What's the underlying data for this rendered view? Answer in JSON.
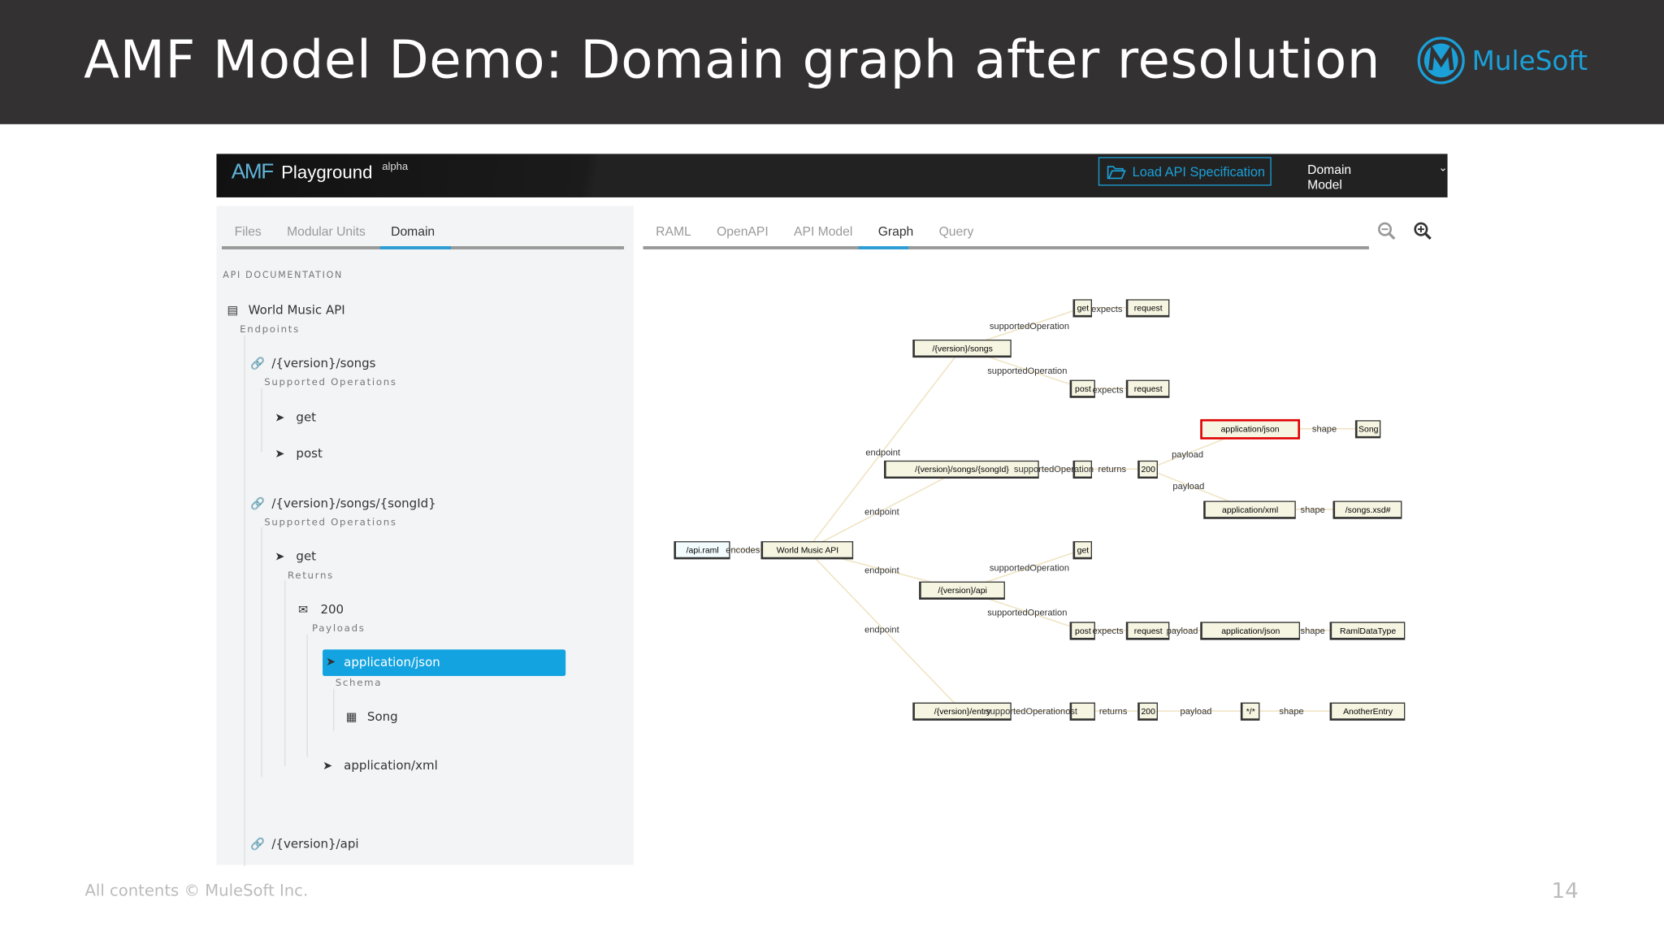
{
  "slide": {
    "title": "AMF Model Demo: Domain graph after resolution",
    "brand": "MuleSoft",
    "footer": "All contents © MuleSoft Inc.",
    "page_number": "14",
    "brand_color": "#1ba0d8"
  },
  "app": {
    "logo": "AMF",
    "name": "Playground",
    "badge": "alpha",
    "load_button": "Load API Specification",
    "model_select": "Domain Model"
  },
  "left_tabs": [
    "Files",
    "Modular Units",
    "Domain"
  ],
  "left_active_tab": "Domain",
  "right_tabs": [
    "RAML",
    "OpenAPI",
    "API Model",
    "Graph",
    "Query"
  ],
  "right_active_tab": "Graph",
  "tree": {
    "section": "API DOCUMENTATION",
    "api": "World Music API",
    "endpoints_label": "Endpoints",
    "ep1": "/{version}/songs",
    "ep1_ops_label": "Supported Operations",
    "ep1_op1": "get",
    "ep1_op2": "post",
    "ep2": "/{version}/songs/{songId}",
    "ep2_ops_label": "Supported Operations",
    "ep2_op1": "get",
    "returns_label": "Returns",
    "resp": "200",
    "payloads_label": "Payloads",
    "payload1": "application/json",
    "schema_label": "Schema",
    "schema": "Song",
    "payload2": "application/xml",
    "ep3": "/{version}/api"
  },
  "graph": {
    "highlight_color": "#e00000",
    "nodes": [
      "/api.raml",
      "World Music API",
      "/{version}/songs",
      "get",
      "request",
      "post",
      "request",
      "/{version}/songs/{songId}",
      "",
      "200",
      "application/json",
      "Song",
      "application/xml",
      "/songs.xsd#",
      "get",
      "/{version}/api",
      "post",
      "request",
      "application/json",
      "RamlDataType",
      "/{version}/entry",
      "",
      "200",
      "*/*",
      "AnotherEntry"
    ],
    "edges": [
      {
        "from": 0,
        "to": 1,
        "label": "encodes"
      },
      {
        "from": 1,
        "to": 2,
        "label": "endpoint"
      },
      {
        "from": 1,
        "to": 7,
        "label": "endpoint"
      },
      {
        "from": 1,
        "to": 15,
        "label": "endpoint"
      },
      {
        "from": 1,
        "to": 20,
        "label": "endpoint"
      },
      {
        "from": 2,
        "to": 3,
        "label": "supportedOperation"
      },
      {
        "from": 3,
        "to": 4,
        "label": "expects"
      },
      {
        "from": 2,
        "to": 5,
        "label": "supportedOperation"
      },
      {
        "from": 5,
        "to": 6,
        "label": "expects"
      },
      {
        "from": 7,
        "to": 8,
        "label": "supportedOperation"
      },
      {
        "from": 8,
        "to": 9,
        "label": "returns"
      },
      {
        "from": 9,
        "to": 10,
        "label": "payload"
      },
      {
        "from": 10,
        "to": 11,
        "label": "shape"
      },
      {
        "from": 9,
        "to": 12,
        "label": "payload"
      },
      {
        "from": 12,
        "to": 13,
        "label": "shape"
      },
      {
        "from": 15,
        "to": 14,
        "label": "supportedOperation"
      },
      {
        "from": 15,
        "to": 16,
        "label": "supportedOperation"
      },
      {
        "from": 16,
        "to": 17,
        "label": "expects"
      },
      {
        "from": 17,
        "to": 18,
        "label": "payload"
      },
      {
        "from": 18,
        "to": 19,
        "label": "shape"
      },
      {
        "from": 20,
        "to": 21,
        "label": "supportedOperationost"
      },
      {
        "from": 21,
        "to": 22,
        "label": "returns"
      },
      {
        "from": 22,
        "to": 23,
        "label": "payload"
      },
      {
        "from": 23,
        "to": 24,
        "label": "shape"
      }
    ],
    "highlighted_node": 10
  }
}
